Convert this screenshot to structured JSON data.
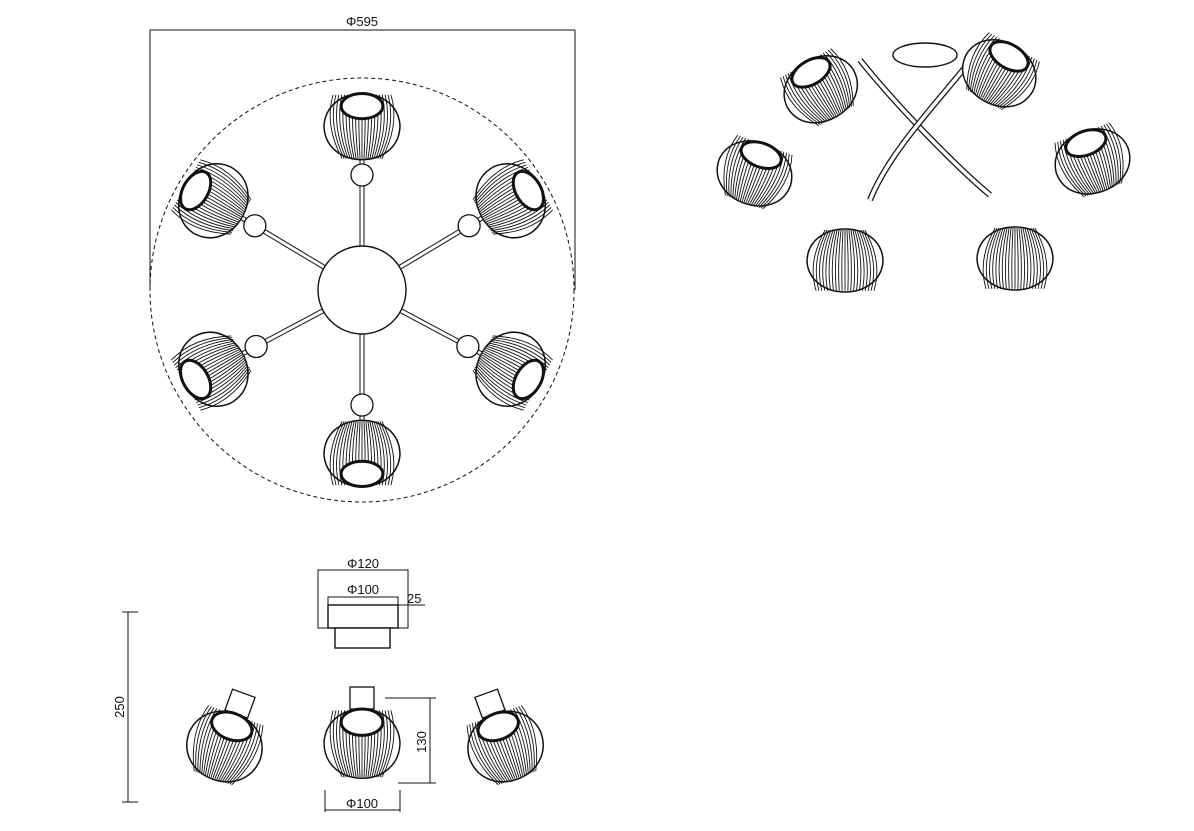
{
  "top_view": {
    "diameter_label": "Φ595"
  },
  "side_view": {
    "canopy_outer_label": "Φ120",
    "canopy_inner_label": "Φ100",
    "canopy_height_label": "25",
    "total_height_label": "250",
    "shade_height_label": "130",
    "shade_diameter_label": "Φ100"
  },
  "colors": {
    "line": "#111111",
    "background": "#ffffff"
  }
}
